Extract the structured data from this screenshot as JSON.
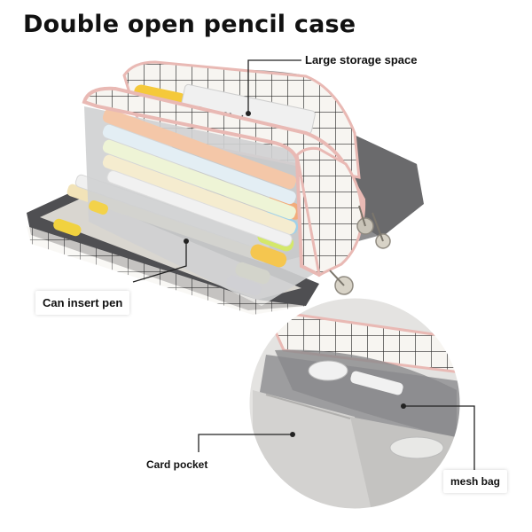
{
  "title": "Double open pencil case",
  "callouts": {
    "storage": "Large storage space",
    "insert_pen": "Can insert pen",
    "card_pocket": "Card pocket",
    "mesh_bag": "mesh bag"
  },
  "marker_label": "Deco Marker",
  "colors": {
    "case_white": "#f7f5f1",
    "grid_line": "#2b2b2b",
    "trim_pink": "#e9b9b4",
    "gray_inner": "#9a9a9c",
    "dark_gray": "#5a5a5c"
  }
}
